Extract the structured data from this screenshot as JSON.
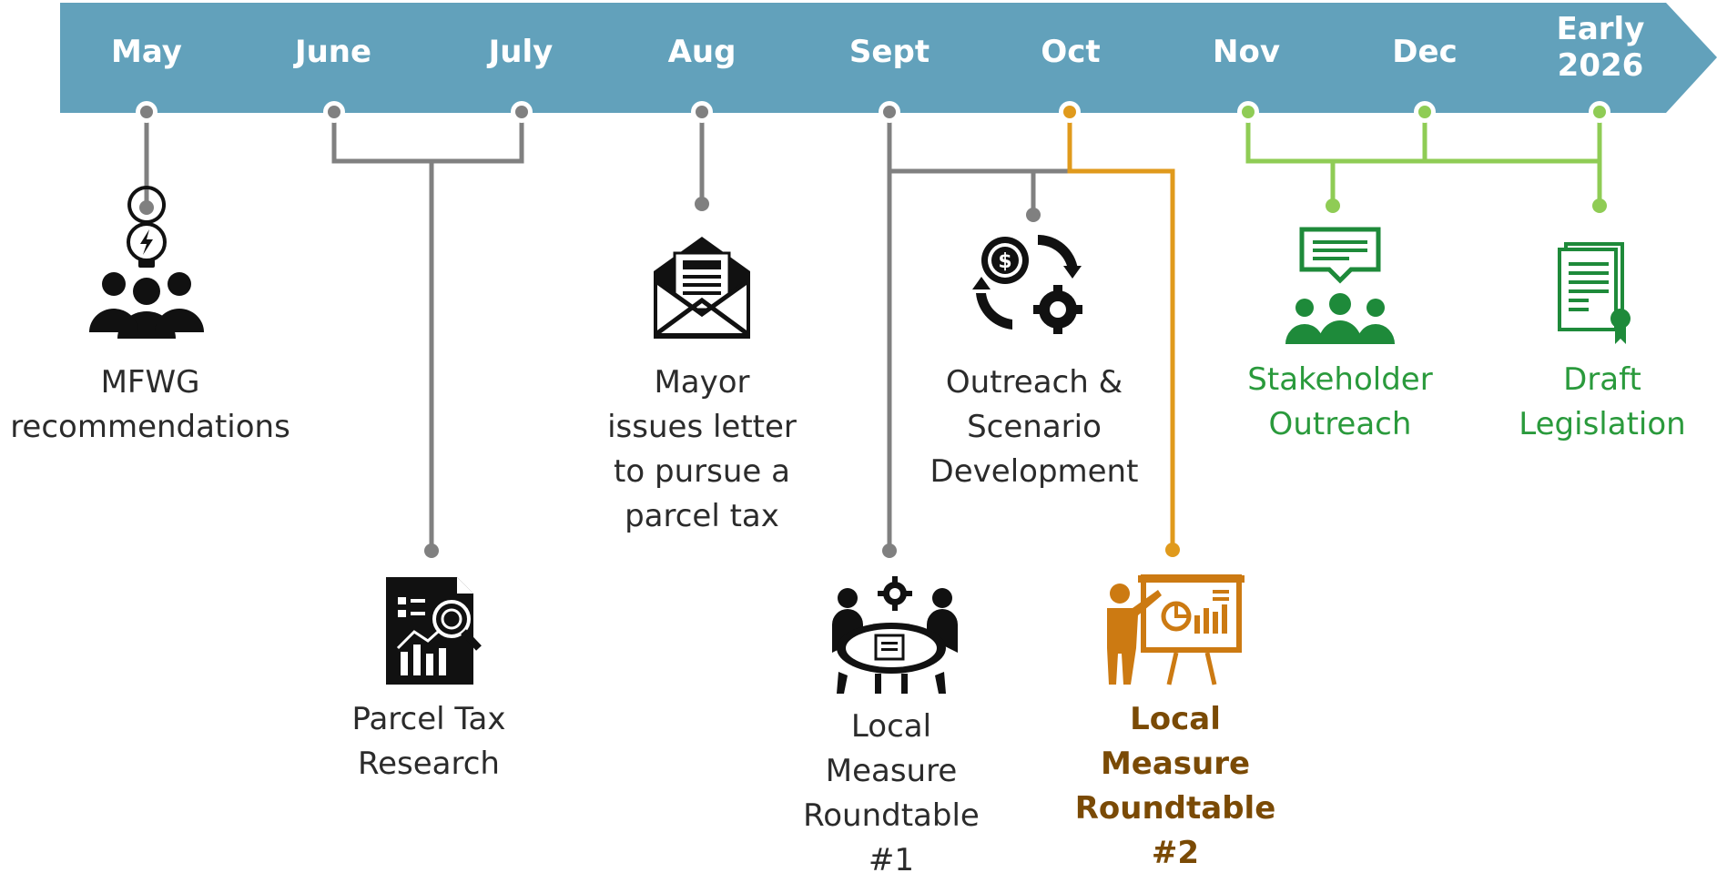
{
  "colors": {
    "band": "#62a1bb",
    "gray_connector": "#808080",
    "orange_connector": "#e09a1c",
    "green_connector": "#8fcc55",
    "green_text": "#2a9a3c",
    "brown_text": "#7a4a05",
    "orange_icon": "#cc7a12",
    "green_icon": "#1e8a3a"
  },
  "timeline": {
    "months": [
      "May",
      "June",
      "July",
      "Aug",
      "Sept",
      "Oct",
      "Nov",
      "Dec",
      "Early 2026"
    ]
  },
  "milestones": [
    {
      "lines": [
        "MFWG",
        "recommendations"
      ],
      "icon": "team-idea-icon",
      "style": "default"
    },
    {
      "lines": [
        "Parcel Tax",
        "Research"
      ],
      "icon": "report-analysis-icon",
      "style": "default"
    },
    {
      "lines": [
        "Mayor",
        "issues letter",
        "to pursue a",
        "parcel tax"
      ],
      "icon": "envelope-letter-icon",
      "style": "default"
    },
    {
      "lines": [
        "Local",
        "Measure",
        "Roundtable",
        "#1"
      ],
      "icon": "roundtable-meeting-icon",
      "style": "default"
    },
    {
      "lines": [
        "Outreach &",
        "Scenario",
        "Development"
      ],
      "icon": "money-gear-cycle-icon",
      "style": "default"
    },
    {
      "lines": [
        "Local",
        "Measure",
        "Roundtable",
        "#2"
      ],
      "icon": "presentation-board-icon",
      "style": "brown"
    },
    {
      "lines": [
        "Stakeholder",
        "Outreach"
      ],
      "icon": "audience-speech-icon",
      "style": "green"
    },
    {
      "lines": [
        "Draft",
        "Legislation"
      ],
      "icon": "certificate-document-icon",
      "style": "green"
    }
  ]
}
